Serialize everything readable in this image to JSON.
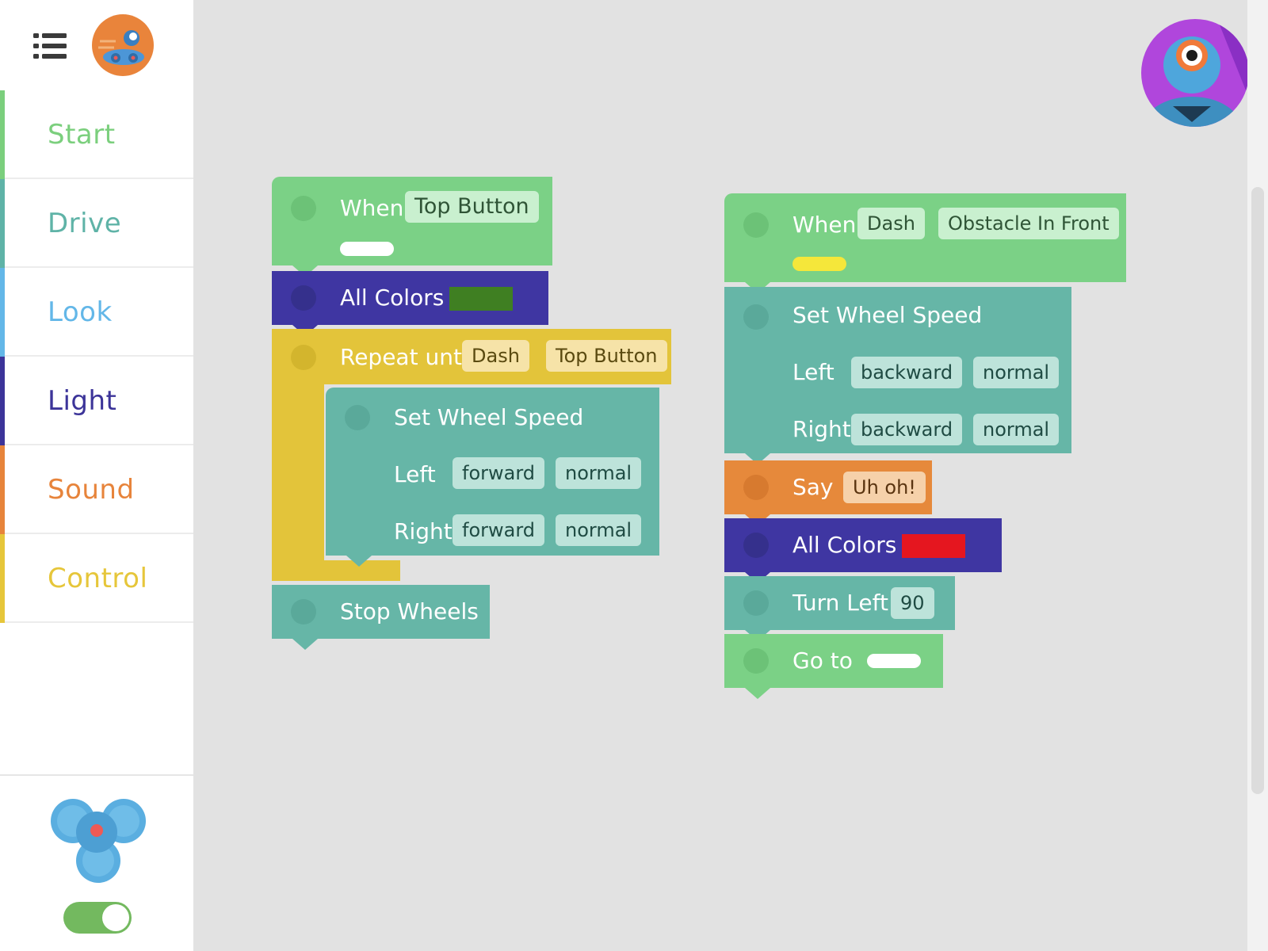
{
  "sidebar": {
    "categories": [
      {
        "label": "Start",
        "color": "#7bcf7d"
      },
      {
        "label": "Drive",
        "color": "#5fb3a7"
      },
      {
        "label": "Look",
        "color": "#63b7e8"
      },
      {
        "label": "Light",
        "color": "#3c3499"
      },
      {
        "label": "Sound",
        "color": "#e7843b"
      },
      {
        "label": "Control",
        "color": "#e6c63a"
      }
    ]
  },
  "program1": {
    "when": {
      "label": "When",
      "trigger": "Top Button"
    },
    "all_colors": {
      "label": "All Colors",
      "color": "#3f7f22"
    },
    "repeat": {
      "label": "Repeat until",
      "subject": "Dash",
      "condition": "Top Button"
    },
    "wheel_speed": {
      "label": "Set Wheel Speed",
      "left_label": "Left",
      "left_dir": "forward",
      "left_speed": "normal",
      "right_label": "Right",
      "right_dir": "forward",
      "right_speed": "normal"
    },
    "stop": {
      "label": "Stop Wheels"
    }
  },
  "program2": {
    "when": {
      "label": "When",
      "subject": "Dash",
      "trigger": "Obstacle In Front"
    },
    "wheel_speed": {
      "label": "Set Wheel Speed",
      "left_label": "Left",
      "left_dir": "backward",
      "left_speed": "normal",
      "right_label": "Right",
      "right_dir": "backward",
      "right_speed": "normal"
    },
    "say": {
      "label": "Say",
      "phrase": "Uh oh!"
    },
    "all_colors": {
      "label": "All Colors",
      "color": "#e5161f"
    },
    "turn": {
      "label": "Turn Left",
      "degrees": "90"
    },
    "goto": {
      "label": "Go to"
    }
  },
  "icons": {
    "menu": "list-icon",
    "logo": "dash-logo-icon",
    "robot": "robot-top-view-icon",
    "avatar": "dash-robot-avatar-icon"
  },
  "toggle": {
    "state": "on",
    "color": "#73b95f"
  }
}
